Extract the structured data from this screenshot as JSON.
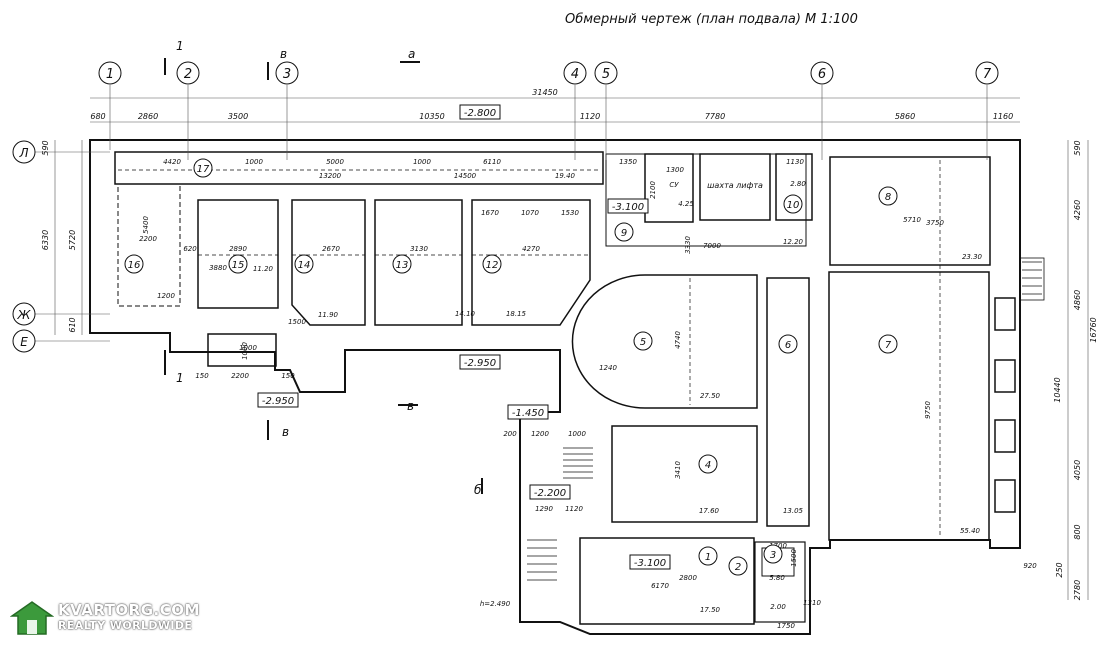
{
  "title": "Обмерный чертеж (план подвала)  М 1:100",
  "axes_numbered": [
    "1",
    "2",
    "3",
    "4",
    "5",
    "6",
    "7"
  ],
  "axes_lettered": [
    "Л",
    "Ж",
    "Е"
  ],
  "sections": {
    "one": "1",
    "b": "в",
    "a": "а",
    "bb": "б"
  },
  "dims_top_total": "31450",
  "dims_top": [
    "680",
    "2860",
    "3500",
    "10350",
    "1120",
    "7780",
    "5860",
    "1160"
  ],
  "dims_left": [
    "590",
    "6330",
    "5720",
    "610"
  ],
  "dims_right": [
    "590",
    "4260",
    "4860",
    "10440",
    "16760",
    "4050",
    "800",
    "2780",
    "250"
  ],
  "levels": [
    "-2.800",
    "-3.100",
    "-2.950",
    "-2.950",
    "-1.450",
    "-2.200",
    "-3.100"
  ],
  "inner_dims": [
    "4420",
    "1000",
    "5000",
    "1000",
    "6110",
    "1350",
    "1300",
    "2100",
    "1130",
    "13200",
    "14500",
    "19.40",
    "4.25",
    "2.80",
    "5400",
    "2200",
    "620",
    "2890",
    "3880",
    "11.20",
    "2670",
    "3130",
    "4270",
    "1670",
    "1070",
    "1530",
    "3330",
    "7000",
    "12.20",
    "5710",
    "3750",
    "23.30",
    "1200",
    "11.90",
    "14.10",
    "18.15",
    "1500",
    "1000",
    "4740",
    "27.50",
    "1240",
    "150",
    "2200",
    "150",
    "200",
    "1200",
    "1000",
    "3410",
    "17.60",
    "1290",
    "1120",
    "13.05",
    "9750",
    "55.40",
    "1700",
    "1500",
    "6170",
    "2800",
    "5.80",
    "17.50",
    "2.00",
    "1310",
    "1750",
    "920",
    "h=2.490",
    "СУ",
    "1000"
  ],
  "rooms": [
    {
      "n": "1",
      "area": "17.50"
    },
    {
      "n": "2",
      "area": ""
    },
    {
      "n": "3",
      "area": "5.80"
    },
    {
      "n": "4",
      "area": "17.60"
    },
    {
      "n": "5",
      "area": "27.50"
    },
    {
      "n": "6",
      "area": ""
    },
    {
      "n": "7",
      "area": "55.40"
    },
    {
      "n": "8",
      "area": "23.30"
    },
    {
      "n": "9",
      "area": "12.20"
    },
    {
      "n": "10",
      "area": "2.80"
    },
    {
      "n": "12",
      "area": "18.15"
    },
    {
      "n": "13",
      "area": "14.10"
    },
    {
      "n": "14",
      "area": "11.90"
    },
    {
      "n": "15",
      "area": "11.20"
    },
    {
      "n": "16",
      "area": ""
    },
    {
      "n": "17",
      "area": ""
    }
  ],
  "lift_label": "шахта лифта",
  "watermark": {
    "brand": "KVARTORG.COM",
    "tagline": "REALTY WORLDWIDE"
  }
}
